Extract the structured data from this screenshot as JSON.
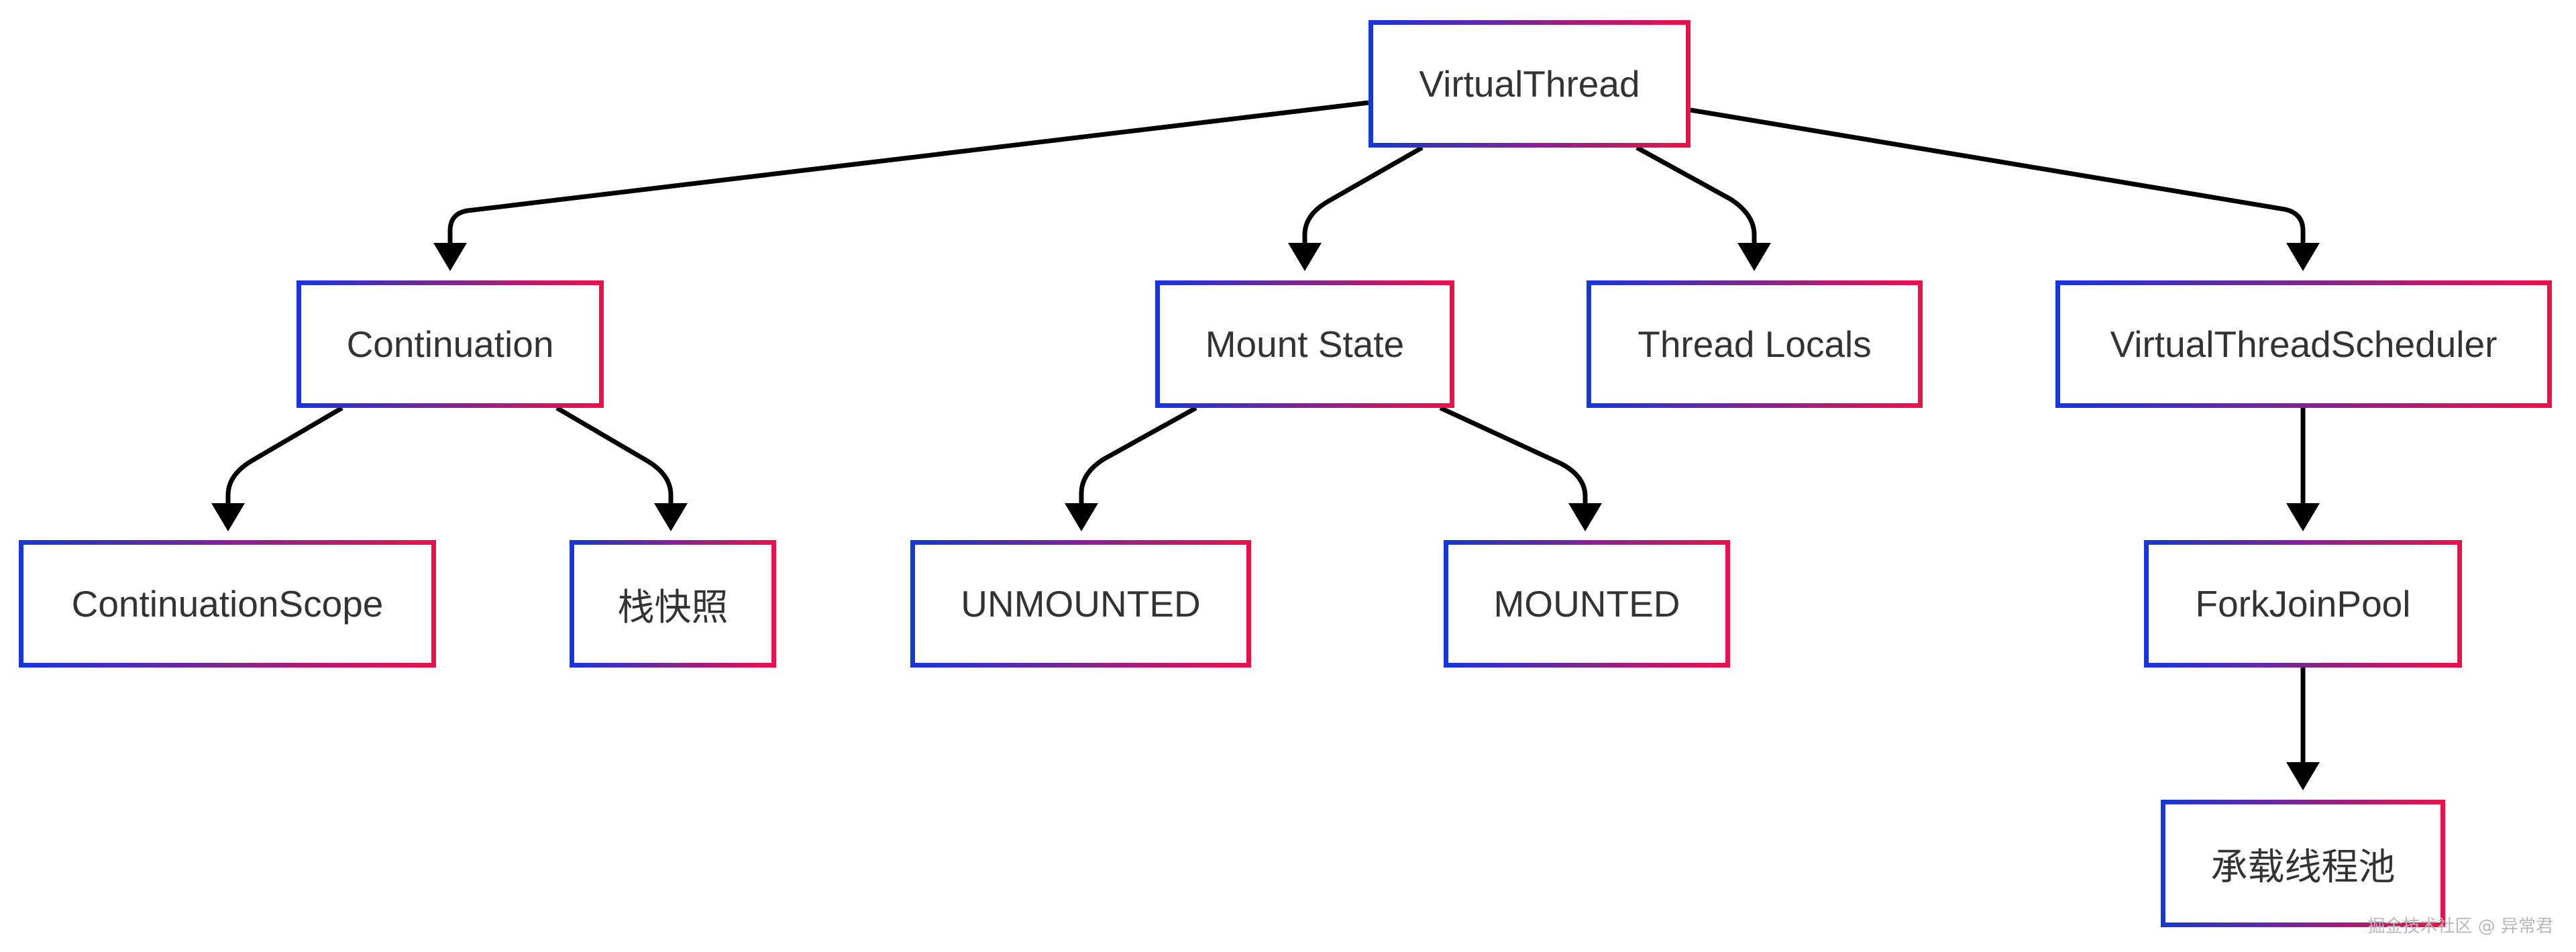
{
  "colors": {
    "border_start": "#1437dc",
    "border_end": "#ee1048",
    "edge": "#000000",
    "text": "#333333",
    "background": "#ffffff"
  },
  "nodes": {
    "virtual_thread": "VirtualThread",
    "continuation": "Continuation",
    "mount_state": "Mount State",
    "thread_locals": "Thread Locals",
    "scheduler": "VirtualThreadScheduler",
    "continuation_scope": "ContinuationScope",
    "stack_snapshot": "栈快照",
    "unmounted": "UNMOUNTED",
    "mounted": "MOUNTED",
    "fork_join_pool": "ForkJoinPool",
    "carrier_pool": "承载线程池"
  },
  "edges": [
    {
      "from": "virtual_thread",
      "to": "continuation"
    },
    {
      "from": "virtual_thread",
      "to": "mount_state"
    },
    {
      "from": "virtual_thread",
      "to": "thread_locals"
    },
    {
      "from": "virtual_thread",
      "to": "scheduler"
    },
    {
      "from": "continuation",
      "to": "continuation_scope"
    },
    {
      "from": "continuation",
      "to": "stack_snapshot"
    },
    {
      "from": "mount_state",
      "to": "unmounted"
    },
    {
      "from": "mount_state",
      "to": "mounted"
    },
    {
      "from": "scheduler",
      "to": "fork_join_pool"
    },
    {
      "from": "fork_join_pool",
      "to": "carrier_pool"
    }
  ],
  "watermark": "掘金技术社区 @ 异常君"
}
